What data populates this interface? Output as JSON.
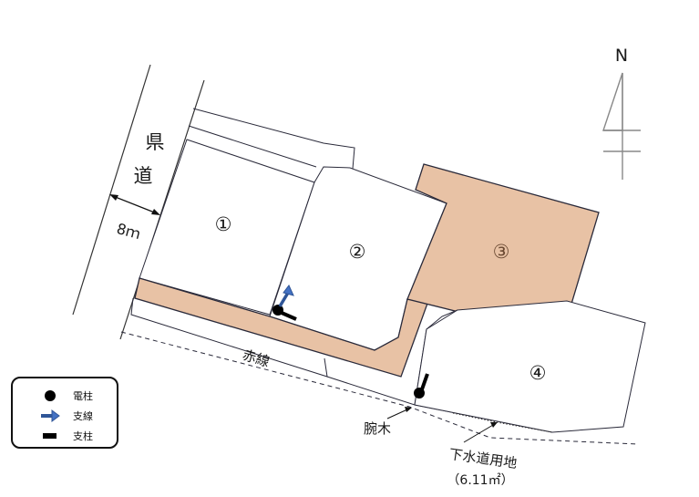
{
  "labels": {
    "road": "県道",
    "road_width": "8ｍ",
    "north": "N",
    "lot1": "①",
    "lot2": "②",
    "lot3": "③",
    "lot4": "④",
    "red_line": "赤線",
    "crossarm": "腕木",
    "sewer": "下水道用地",
    "sewer_area": "（6.11㎡）"
  },
  "legend": {
    "pole": "電柱",
    "guy_wire": "支線",
    "support": "支柱"
  },
  "colors": {
    "highlight_fill": "#e8c2a5",
    "outline": "#2a2a3a",
    "guy_wire": "#4472c4"
  }
}
